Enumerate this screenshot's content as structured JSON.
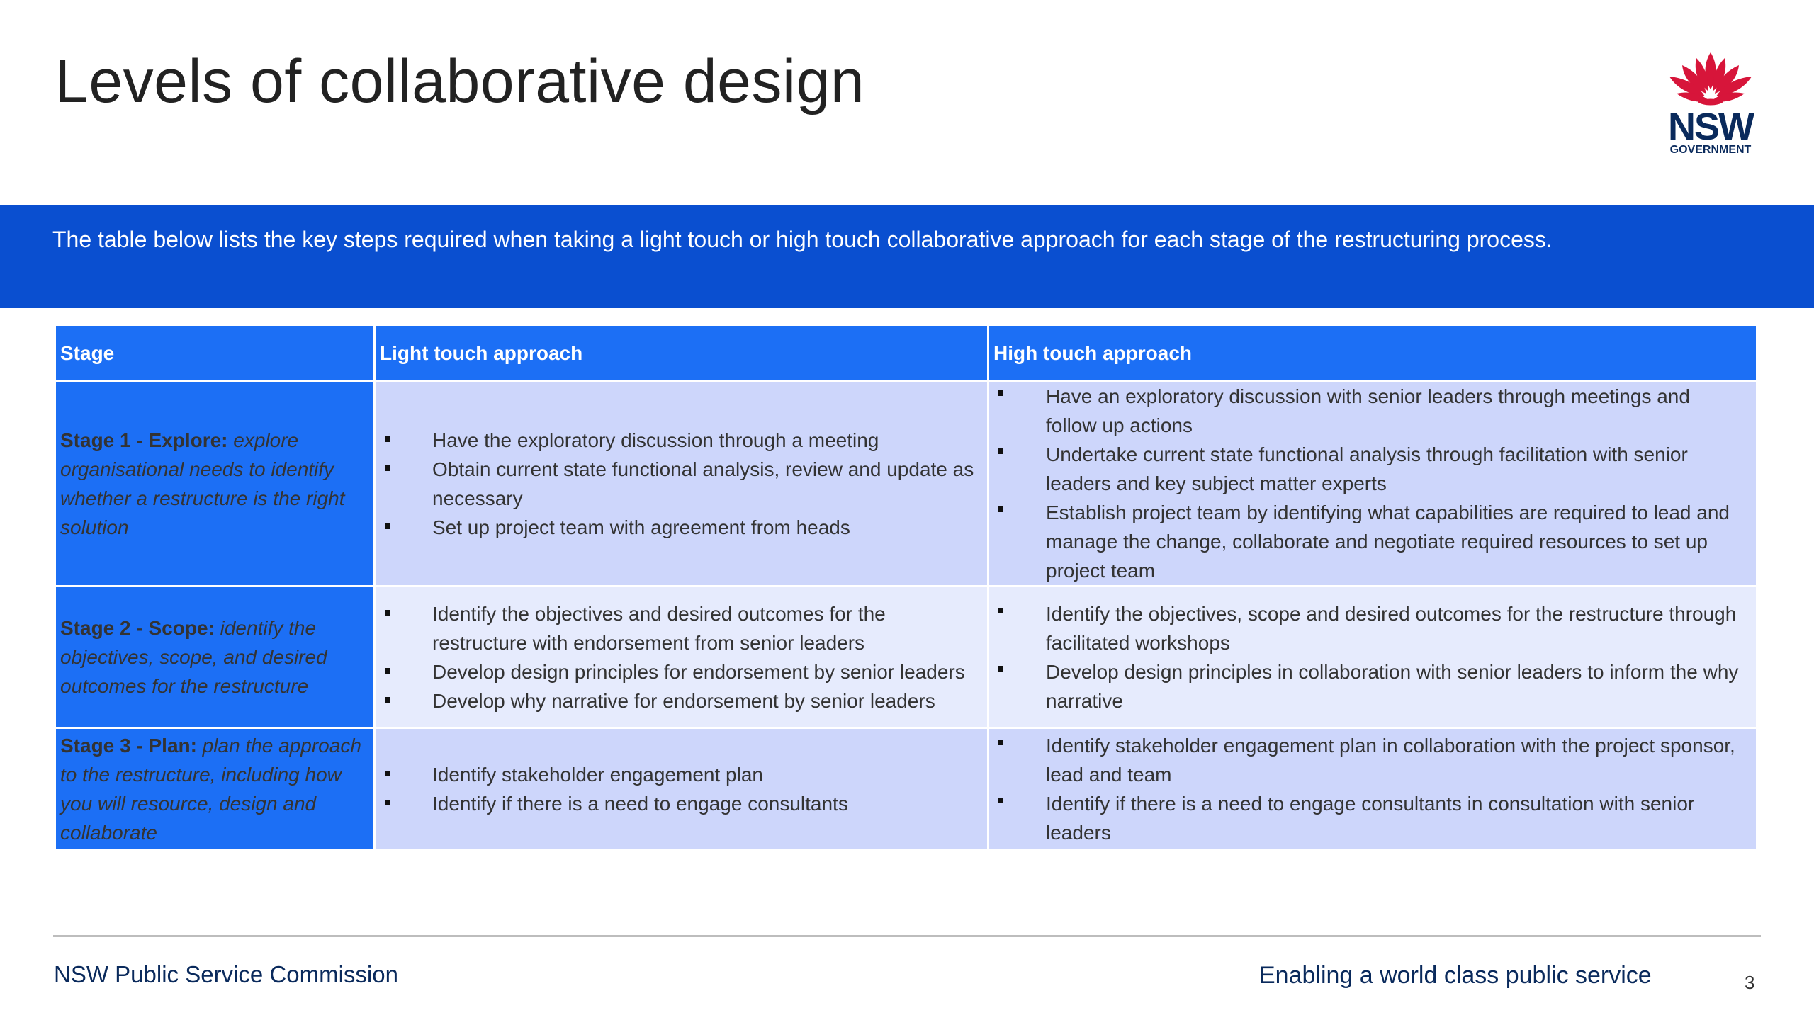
{
  "slide": {
    "title": "Levels of collaborative design",
    "intro": "The table below lists the key steps required when taking a light touch or high touch collaborative approach for each stage of the restructuring process."
  },
  "logo": {
    "name": "NSW",
    "sub": "GOVERNMENT",
    "flower_color": "#d7153a",
    "text_color": "#0a2a5c"
  },
  "table": {
    "headers": [
      "Stage",
      "Light touch approach",
      "High touch approach"
    ],
    "rows": [
      {
        "stage_name": "Stage 1 - Explore:",
        "stage_desc": "explore organisational needs to identify whether a restructure is the right solution",
        "light": [
          "Have the exploratory discussion through a meeting",
          "Obtain current state functional analysis, review and update as necessary",
          "Set up project team with agreement from heads"
        ],
        "high": [
          "Have an exploratory discussion with senior leaders through meetings and follow up actions",
          "Undertake current state functional analysis through facilitation with senior leaders and key subject matter experts",
          "Establish project team by identifying what capabilities are required to lead and manage the change, collaborate and negotiate required resources to set up project team"
        ]
      },
      {
        "stage_name": "Stage 2 - Scope:",
        "stage_desc": "identify the objectives, scope, and desired outcomes for the restructure",
        "light": [
          "Identify the objectives and desired outcomes for the restructure with endorsement from senior leaders",
          "Develop design principles for endorsement by senior leaders",
          "Develop why narrative for endorsement by senior leaders"
        ],
        "high": [
          "Identify the objectives, scope and desired outcomes for the restructure through facilitated workshops",
          "Develop design principles in collaboration with senior leaders to inform the why narrative"
        ]
      },
      {
        "stage_name": "Stage 3 - Plan:",
        "stage_desc": "plan the approach to the restructure, including how you will resource, design and collaborate",
        "light": [
          "Identify stakeholder engagement plan",
          "Identify if there is a need to engage consultants"
        ],
        "high": [
          "Identify stakeholder engagement plan in collaboration with the project sponsor, lead and team",
          "Identify if there is a need to engage consultants in consultation with senior leaders"
        ]
      }
    ]
  },
  "footer": {
    "left": "NSW Public Service Commission",
    "right": "Enabling a world class public service",
    "page_number": "3"
  },
  "colors": {
    "banner": "#0a4fd0",
    "header_cell": "#1c6ff5",
    "row_light": "#cdd6fb",
    "row_lighter": "#e6ebfd"
  }
}
